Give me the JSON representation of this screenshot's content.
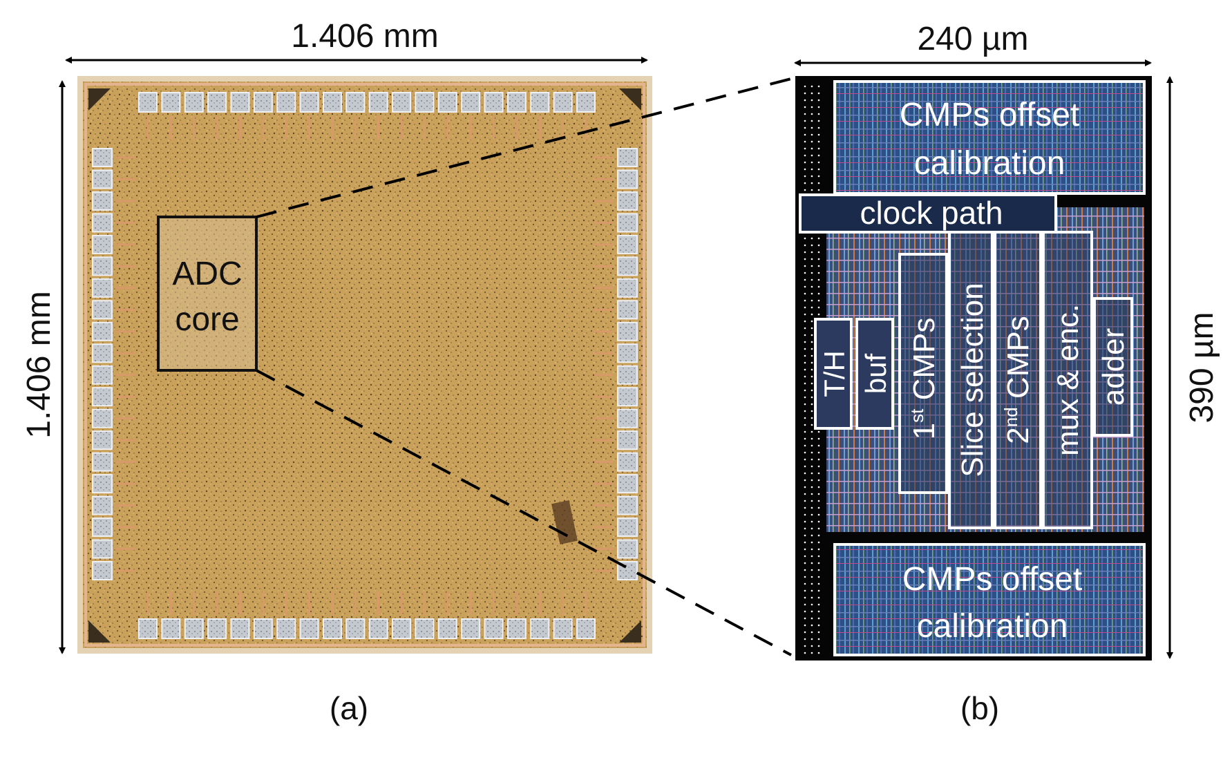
{
  "panel_a": {
    "width_label": "1.406 mm",
    "height_label": "1.406 mm",
    "core_label_line1": "ADC",
    "core_label_line2": "core",
    "caption": "(a)"
  },
  "panel_b": {
    "width_label": "240 µm",
    "height_label": "390 µm",
    "cal_top_line1": "CMPs offset",
    "cal_top_line2": "calibration",
    "clock_path": "clock path",
    "th": "T/H",
    "buf": "buf",
    "first_cmps_num": "1",
    "first_cmps_sup": "st",
    "first_cmps_text": " CMPs",
    "slice_selection": "Slice selection",
    "second_cmps_num": "2",
    "second_cmps_sup": "nd",
    "second_cmps_text": " CMPs",
    "mux_enc": "mux & enc.",
    "adder": "adder",
    "cal_bot_line1": "CMPs offset",
    "cal_bot_line2": "calibration",
    "caption": "(b)"
  },
  "colors": {
    "die_gold": "#c9a15a",
    "pad_silver": "#b8bcc4",
    "layout_blue": "#2e4f86",
    "layout_black": "#050505"
  }
}
